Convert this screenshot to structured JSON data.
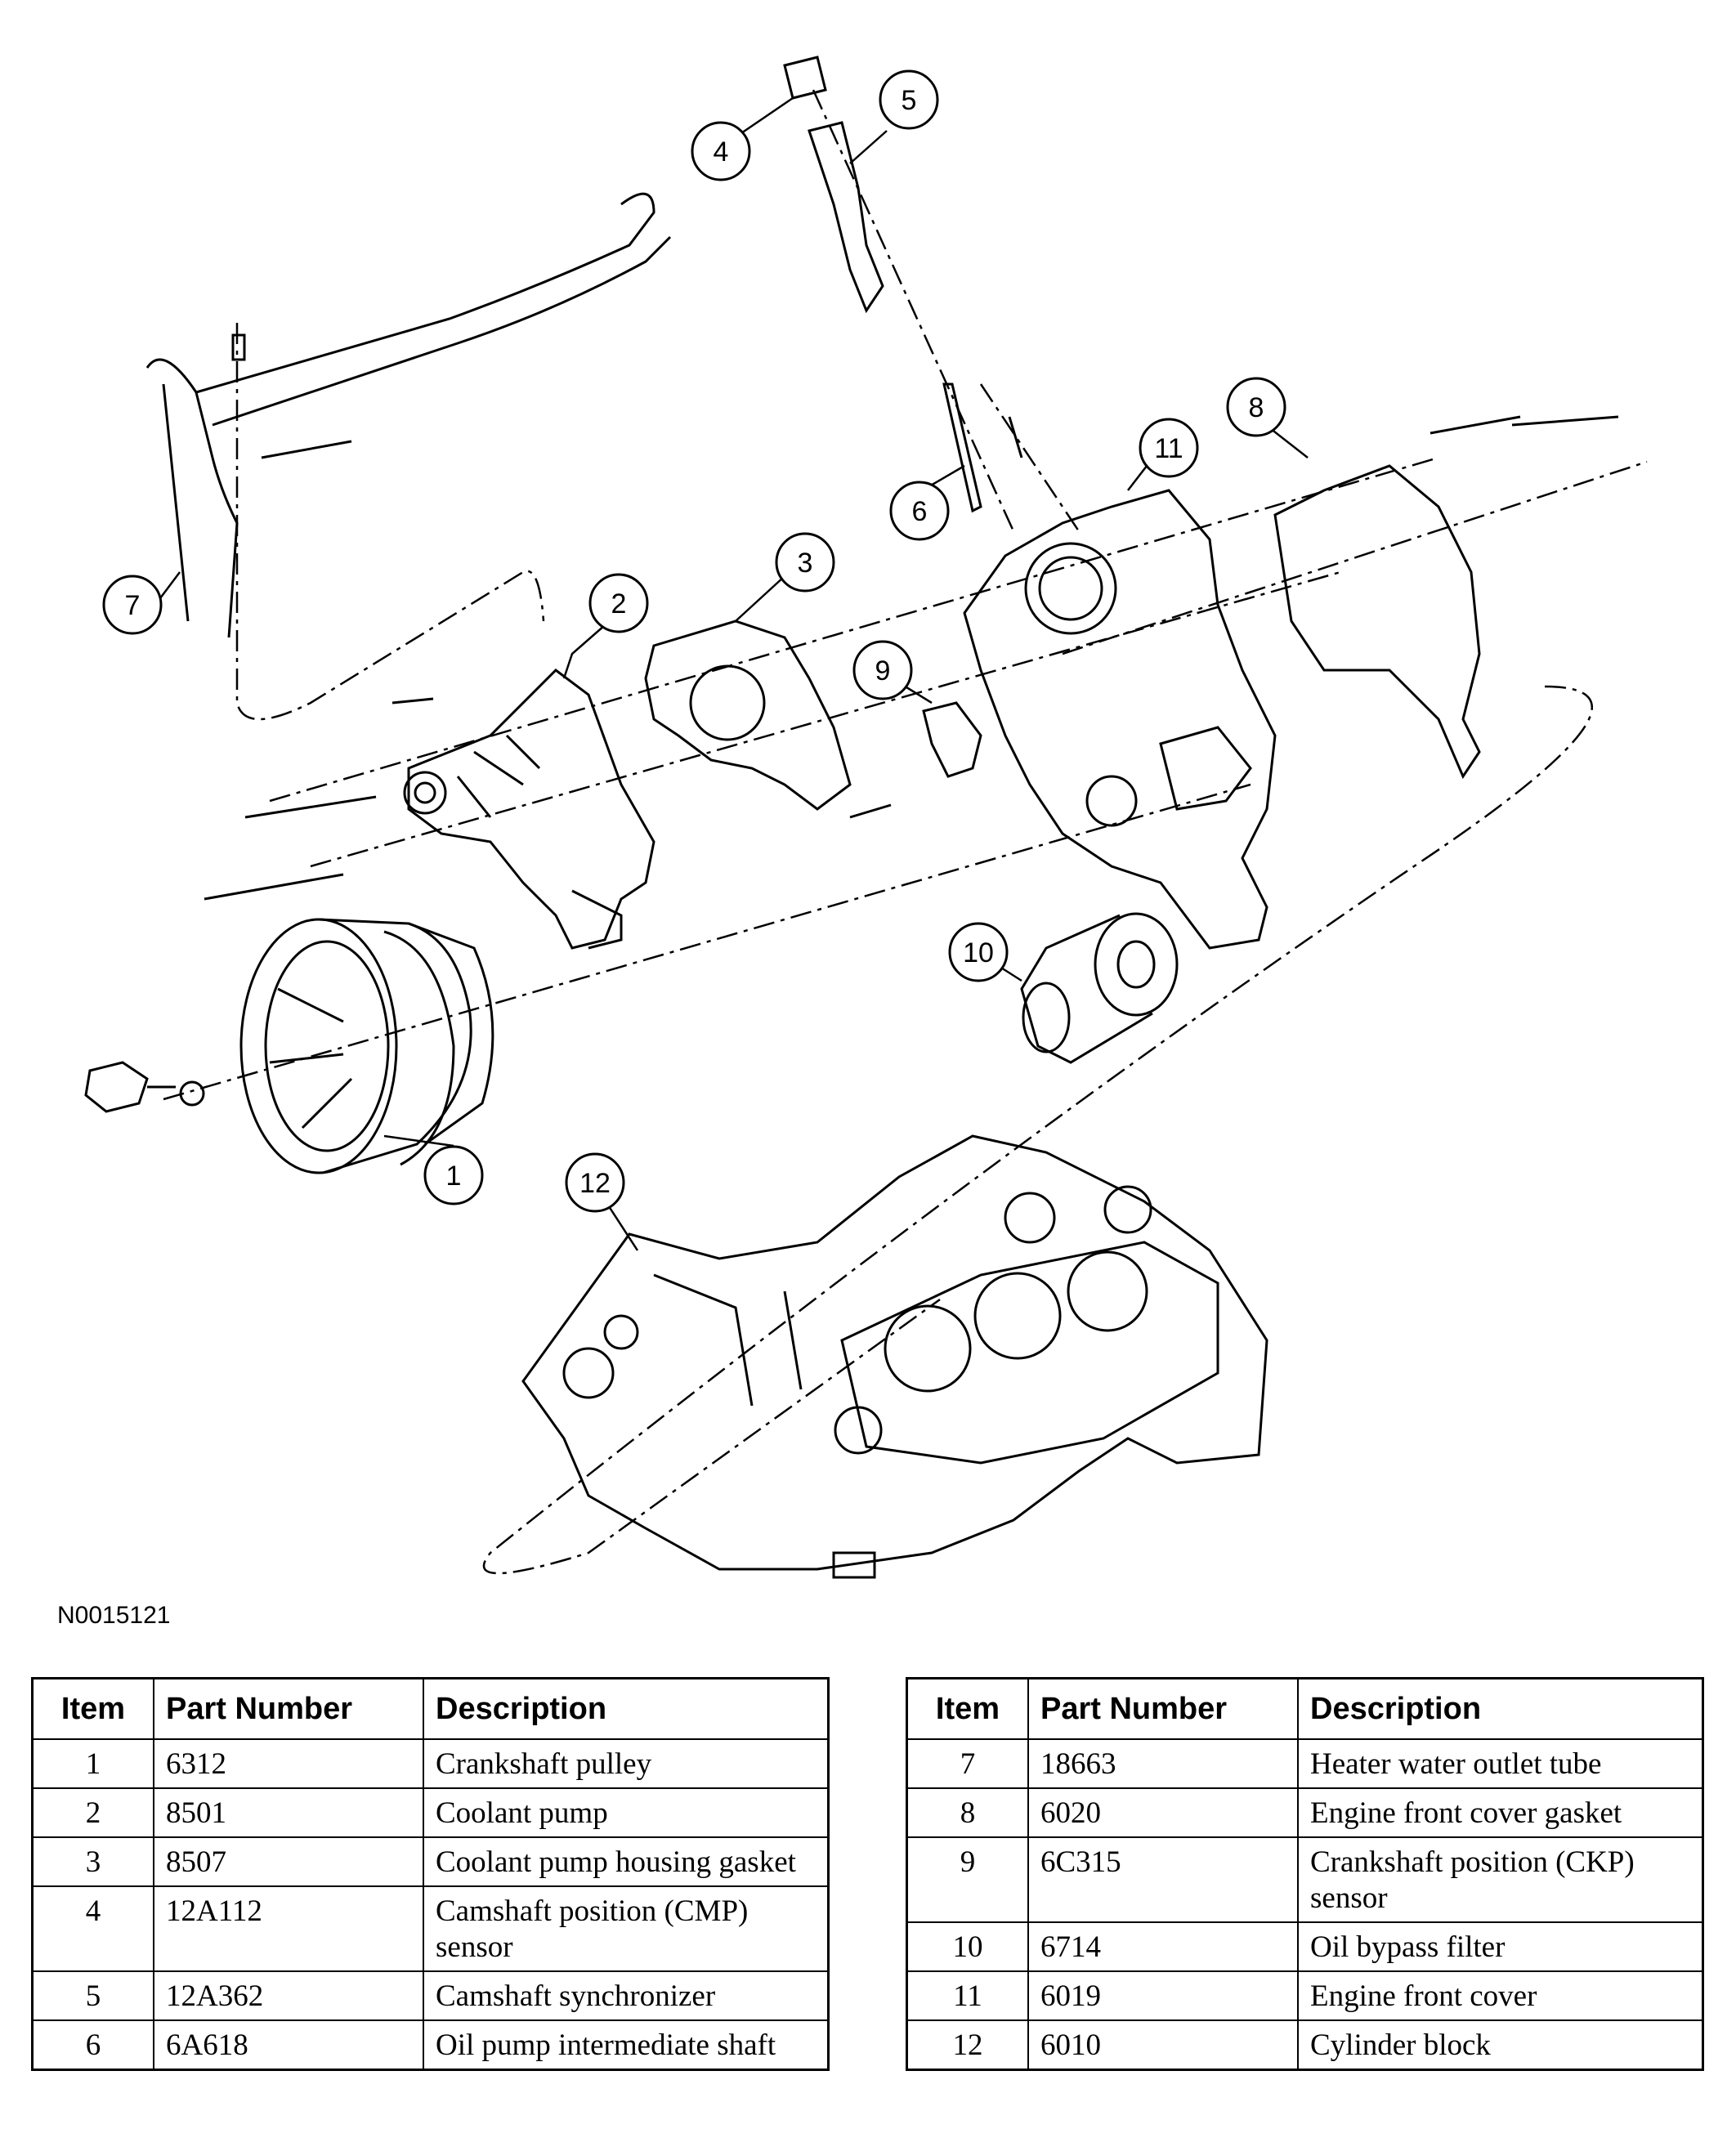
{
  "figure_id": "N0015121",
  "callouts": [
    "1",
    "2",
    "3",
    "4",
    "5",
    "6",
    "7",
    "8",
    "9",
    "10",
    "11",
    "12"
  ],
  "table_headers": {
    "item": "Item",
    "part_number": "Part Number",
    "description": "Description"
  },
  "parts_left": [
    {
      "item": "1",
      "part_number": "6312",
      "description": "Crankshaft pulley"
    },
    {
      "item": "2",
      "part_number": "8501",
      "description": "Coolant pump"
    },
    {
      "item": "3",
      "part_number": "8507",
      "description": "Coolant pump housing gasket"
    },
    {
      "item": "4",
      "part_number": "12A112",
      "description": "Camshaft position (CMP) sensor"
    },
    {
      "item": "5",
      "part_number": "12A362",
      "description": "Camshaft synchronizer"
    },
    {
      "item": "6",
      "part_number": "6A618",
      "description": "Oil pump intermediate shaft"
    }
  ],
  "parts_right": [
    {
      "item": "7",
      "part_number": "18663",
      "description": "Heater water outlet tube"
    },
    {
      "item": "8",
      "part_number": "6020",
      "description": "Engine front cover gasket"
    },
    {
      "item": "9",
      "part_number": "6C315",
      "description": "Crankshaft position (CKP) sensor"
    },
    {
      "item": "10",
      "part_number": "6714",
      "description": "Oil bypass filter"
    },
    {
      "item": "11",
      "part_number": "6019",
      "description": "Engine front cover"
    },
    {
      "item": "12",
      "part_number": "6010",
      "description": "Cylinder block"
    }
  ]
}
